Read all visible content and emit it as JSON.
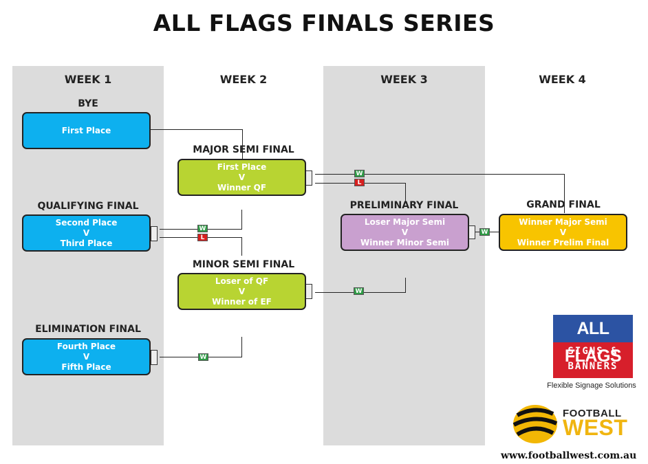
{
  "title": "ALL FLAGS FINALS SERIES",
  "weeks": [
    "WEEK 1",
    "WEEK 2",
    "WEEK 3",
    "WEEK 4"
  ],
  "stages": {
    "bye": "BYE",
    "qualifying": "QUALIFYING FINAL",
    "elimination": "ELIMINATION FINAL",
    "major_semi": "MAJOR SEMI FINAL",
    "minor_semi": "MINOR SEMI FINAL",
    "preliminary": "PRELIMINARY FINAL",
    "grand": "GRAND FINAL"
  },
  "matches": {
    "bye": [
      "First Place"
    ],
    "qualifying": [
      "Second Place",
      "V",
      "Third Place"
    ],
    "elimination": [
      "Fourth Place",
      "V",
      "Fifth Place"
    ],
    "major_semi": [
      "First Place",
      "V",
      "Winner QF"
    ],
    "minor_semi": [
      "Loser of QF",
      "V",
      "Winner of EF"
    ],
    "preliminary": [
      "Loser Major Semi",
      "V",
      "Winner Minor Semi"
    ],
    "grand": [
      "Winner Major Semi",
      "V",
      "Winner Prelim Final"
    ]
  },
  "markers": {
    "win": "W",
    "loss": "L"
  },
  "sponsor": {
    "line1": "ALL FLAGS",
    "line2": "SIGNS &",
    "line3": "BANNERS",
    "tagline": "Flexible Signage Solutions"
  },
  "football_west": {
    "line1": "FOOTBALL",
    "line2": "WEST"
  },
  "url": "www.footballwest.com.au",
  "colors": {
    "column_shade": "#dcdcdc",
    "week1_box": "#0db0ef",
    "week2_box": "#b8d432",
    "week3_box": "#c9a0cf",
    "week4_box": "#f8c400",
    "win": "#2e9b45",
    "loss": "#d7201f"
  }
}
